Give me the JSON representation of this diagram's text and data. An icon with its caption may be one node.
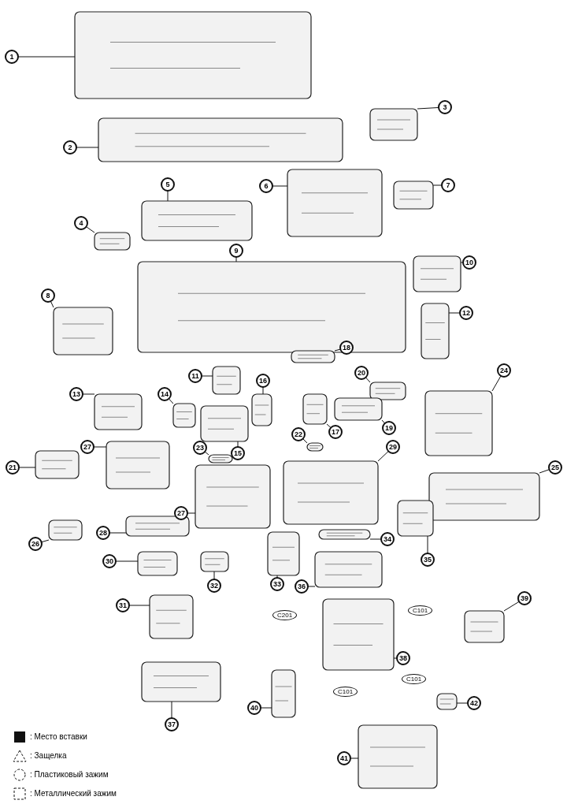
{
  "diagram": {
    "nodes": [
      {
        "text": [
          "1"
        ]
      },
      {
        "text": [
          "2"
        ]
      },
      {
        "text": [
          "3"
        ]
      },
      {
        "text": [
          "4"
        ]
      },
      {
        "text": [
          "5"
        ]
      },
      {
        "text": [
          "6"
        ]
      },
      {
        "text": [
          "7"
        ]
      },
      {
        "text": [
          "8"
        ]
      },
      {
        "text": [
          "9"
        ]
      },
      {
        "text": [
          "10"
        ]
      },
      {
        "text": [
          "12"
        ]
      },
      {
        "text": [
          "18"
        ]
      },
      {
        "text": [
          "11"
        ]
      },
      {
        "text": [
          "13"
        ]
      },
      {
        "text": [
          "14"
        ]
      },
      {
        "text": [
          "16"
        ]
      },
      {
        "text": [
          "20"
        ]
      },
      {
        "text": [
          "24"
        ]
      },
      {
        "text": [
          "17"
        ]
      },
      {
        "text": [
          "19"
        ]
      },
      {
        "text": [
          "15"
        ]
      },
      {
        "text": [
          "22"
        ]
      },
      {
        "text": [
          "21"
        ]
      },
      {
        "text": [
          "27"
        ]
      },
      {
        "text": [
          "23"
        ]
      },
      {
        "text": [
          "29"
        ]
      },
      {
        "text": [
          "25"
        ]
      },
      {
        "text": [
          "27"
        ]
      },
      {
        "text": [
          "26"
        ]
      },
      {
        "text": [
          "28"
        ]
      },
      {
        "text": [
          "34"
        ]
      },
      {
        "text": [
          "35"
        ]
      },
      {
        "text": [
          "30"
        ]
      },
      {
        "text": [
          "32"
        ]
      },
      {
        "text": [
          "33"
        ]
      },
      {
        "text": [
          "36"
        ]
      },
      {
        "text": [
          "31"
        ]
      },
      {
        "text": [
          "39"
        ]
      },
      {
        "text": [
          "38"
        ]
      },
      {
        "text": [
          "37"
        ]
      },
      {
        "text": [
          "40"
        ]
      },
      {
        "text": [
          "42"
        ]
      },
      {
        "text": [
          "41"
        ]
      },
      {
        "text": [],
        "shape": "picture"
      },
      {
        "text": [],
        "shape": "picture"
      },
      {
        "text": [],
        "shape": "picture"
      },
      {
        "text": [],
        "shape": "picture"
      },
      {
        "text": [],
        "shape": "picture"
      },
      {
        "text": [],
        "shape": "picture"
      },
      {
        "text": [],
        "shape": "picture"
      },
      {
        "text": [],
        "shape": "picture"
      },
      {
        "text": [],
        "shape": "picture"
      },
      {
        "text": [],
        "shape": "picture"
      },
      {
        "text": [],
        "shape": "picture"
      },
      {
        "text": [],
        "shape": "picture"
      },
      {
        "text": [],
        "shape": "picture"
      },
      {
        "text": [],
        "shape": "picture"
      },
      {
        "text": [],
        "shape": "picture"
      },
      {
        "text": [],
        "shape": "picture"
      },
      {
        "text": [],
        "shape": "picture"
      },
      {
        "text": [],
        "shape": "picture"
      },
      {
        "text": [],
        "shape": "picture"
      },
      {
        "text": [],
        "shape": "picture"
      },
      {
        "text": [],
        "shape": "picture"
      },
      {
        "text": [],
        "shape": "picture"
      },
      {
        "text": [],
        "shape": "picture"
      },
      {
        "text": [],
        "shape": "picture"
      },
      {
        "text": [],
        "shape": "picture"
      },
      {
        "text": [],
        "shape": "picture"
      },
      {
        "text": [],
        "shape": "picture"
      },
      {
        "text": [],
        "shape": "picture"
      },
      {
        "text": [],
        "shape": "picture"
      },
      {
        "text": [],
        "shape": "picture"
      },
      {
        "text": [],
        "shape": "picture"
      },
      {
        "text": [],
        "shape": "picture"
      },
      {
        "text": [],
        "shape": "picture"
      },
      {
        "text": [],
        "shape": "picture"
      },
      {
        "text": [],
        "shape": "picture"
      },
      {
        "text": [],
        "shape": "picture"
      },
      {
        "text": [],
        "shape": "picture"
      },
      {
        "text": [],
        "shape": "picture"
      },
      {
        "text": [],
        "shape": "picture"
      },
      {
        "text": [],
        "shape": "picture"
      },
      {
        "text": [],
        "shape": "picture"
      },
      {
        "text": [],
        "shape": "picture"
      },
      {
        "text": [],
        "shape": "picture"
      }
    ],
    "edges": [
      {
        "from": 0,
        "to": 43,
        "arrow": "none"
      },
      {
        "from": 1,
        "to": 44,
        "arrow": "none"
      },
      {
        "from": 2,
        "to": 45,
        "arrow": "none"
      },
      {
        "from": 3,
        "to": 46,
        "arrow": "none"
      },
      {
        "from": 4,
        "to": 47,
        "arrow": "none"
      },
      {
        "from": 5,
        "to": 48,
        "arrow": "none"
      },
      {
        "from": 6,
        "to": 49,
        "arrow": "none"
      },
      {
        "from": 7,
        "to": 50,
        "arrow": "none"
      },
      {
        "from": 8,
        "to": 51,
        "arrow": "none"
      },
      {
        "from": 9,
        "to": 52,
        "arrow": "none"
      },
      {
        "from": 10,
        "to": 53,
        "arrow": "none"
      },
      {
        "from": 11,
        "to": 54,
        "arrow": "none"
      },
      {
        "from": 12,
        "to": 55,
        "arrow": "none"
      },
      {
        "from": 13,
        "to": 56,
        "arrow": "none"
      },
      {
        "from": 14,
        "to": 57,
        "arrow": "none"
      },
      {
        "from": 15,
        "to": 58,
        "arrow": "none"
      },
      {
        "from": 16,
        "to": 59,
        "arrow": "none"
      },
      {
        "from": 17,
        "to": 60,
        "arrow": "none"
      },
      {
        "from": 18,
        "to": 61,
        "arrow": "none"
      },
      {
        "from": 19,
        "to": 62,
        "arrow": "none"
      },
      {
        "from": 20,
        "to": 63,
        "arrow": "none"
      },
      {
        "from": 21,
        "to": 64,
        "arrow": "none"
      },
      {
        "from": 22,
        "to": 65,
        "arrow": "none"
      },
      {
        "from": 23,
        "to": 66,
        "arrow": "none"
      },
      {
        "from": 24,
        "to": 67,
        "arrow": "none"
      },
      {
        "from": 25,
        "to": 68,
        "arrow": "none"
      },
      {
        "from": 26,
        "to": 69,
        "arrow": "none"
      },
      {
        "from": 27,
        "to": 70,
        "arrow": "none"
      },
      {
        "from": 28,
        "to": 71,
        "arrow": "none"
      },
      {
        "from": 29,
        "to": 72,
        "arrow": "none"
      },
      {
        "from": 30,
        "to": 73,
        "arrow": "none"
      },
      {
        "from": 31,
        "to": 74,
        "arrow": "none"
      },
      {
        "from": 32,
        "to": 75,
        "arrow": "none"
      },
      {
        "from": 33,
        "to": 76,
        "arrow": "none"
      },
      {
        "from": 34,
        "to": 77,
        "arrow": "none"
      },
      {
        "from": 35,
        "to": 78,
        "arrow": "none"
      },
      {
        "from": 36,
        "to": 79,
        "arrow": "none"
      },
      {
        "from": 37,
        "to": 80,
        "arrow": "none"
      },
      {
        "from": 38,
        "to": 81,
        "arrow": "none"
      },
      {
        "from": 39,
        "to": 82,
        "arrow": "none"
      },
      {
        "from": 40,
        "to": 83,
        "arrow": "none"
      },
      {
        "from": 41,
        "to": 84,
        "arrow": "none"
      },
      {
        "from": 42,
        "to": 85,
        "arrow": "none"
      }
    ],
    "labels": [
      "C201",
      "C101",
      "C101",
      "C101"
    ],
    "legend": [
      {
        "text": ": Место вставки"
      },
      {
        "text": ": Защелка"
      },
      {
        "text": ": Пластиковый зажим"
      },
      {
        "text": ": Металлический зажим"
      }
    ]
  }
}
